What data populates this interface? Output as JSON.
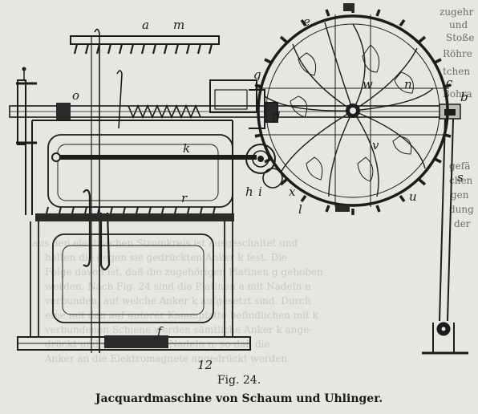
{
  "figure": {
    "number": "Fig. 24.",
    "title": "Jacquardmaschine von Schaum und Uhlinger.",
    "labels": {
      "a": "a",
      "m": "m",
      "e": "e",
      "g": "g",
      "w": "w",
      "n": "n",
      "c": "c",
      "b": "b",
      "d": "d",
      "o": "o",
      "k": "k",
      "v": "v",
      "h": "h",
      "i": "i",
      "x": "x",
      "l": "l",
      "u": "u",
      "s": "s",
      "r": "r",
      "f": "f",
      "p": "12"
    }
  },
  "show_through": {
    "right_margin_words": [
      "zugehr",
      "und",
      "Stoße",
      "Röhre",
      "tchen",
      "Bohra",
      "gefä",
      "chen",
      "gen",
      "dung",
      "der"
    ],
    "lines": [
      "aus den elektrischen Stromkreis ist ausgeschaltet und",
      "halten die gegen sie gedrückten Anker k fest. Die",
      "Folge davon ist, daß die zugehörigen Platinen g gehoben",
      "werden. Nach Fig. 24 sind die Platinen a mit Nadeln n",
      "verbunden, auf welche Anker k aufgesetzt sind. Durch",
      "eine mit den auf unterer Kammplatte befindlichen mit k",
      "verbundenen Schiene werden sämtliche Anker k ange-",
      "drückt und mit ihnen die Nadeln n, so daß die",
      "Anker an die Elektromagnete angedrückt werden."
    ]
  }
}
